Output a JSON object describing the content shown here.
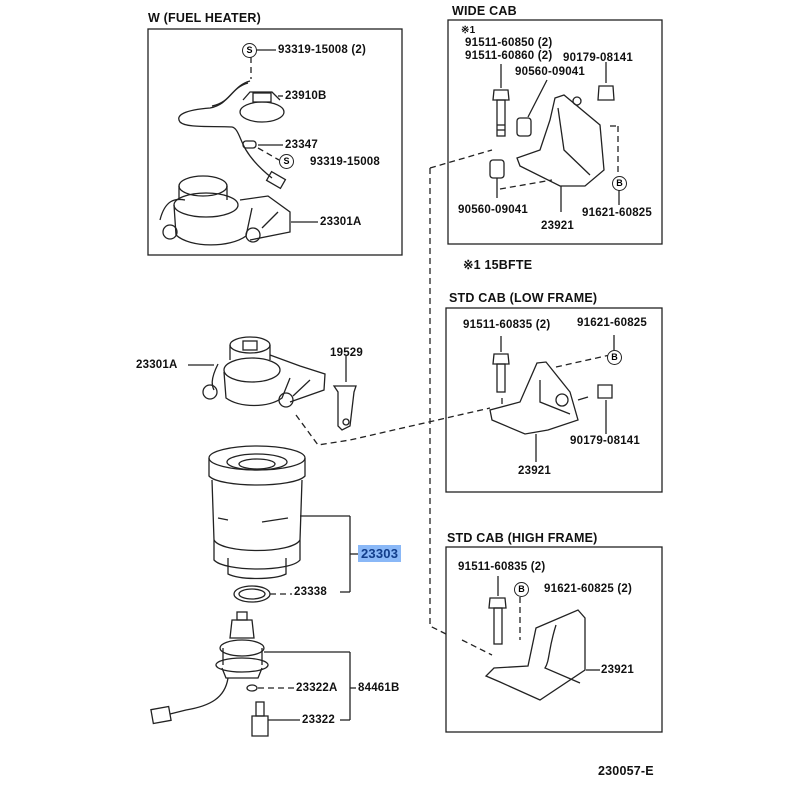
{
  "diagram_id": "230057-E",
  "sections": {
    "fuel_heater": {
      "title": "W (FUEL  HEATER)",
      "parts": {
        "screw_top": "93319-15008 (2)",
        "screw_top_symbol": "S",
        "heater": "23910B",
        "terminal": "23347",
        "screw_side": "93319-15008",
        "screw_side_symbol": "S",
        "housing": "23301A"
      }
    },
    "wide_cab": {
      "title": "WIDE CAB",
      "note_ref": "※1",
      "parts": {
        "bolt_a": "91511-60850 (2)",
        "bolt_b": "91511-60860 (2)",
        "nut": "90179-08141",
        "collar_top": "90560-09041",
        "collar_bottom": "90560-09041",
        "bracket": "23921",
        "bolt_b_symbol": "B",
        "bolt_bottom": "91621-60825"
      }
    },
    "note": "※1 15BFTE",
    "std_cab_low": {
      "title": "STD CAB (LOW FRAME)",
      "parts": {
        "bolt": "91511-60835 (2)",
        "bolt_b": "91621-60825",
        "bolt_b_symbol": "B",
        "nut": "90179-08141",
        "bracket": "23921"
      }
    },
    "std_cab_high": {
      "title": "STD CAB (HIGH FRAME)",
      "parts": {
        "bolt": "91511-60835 (2)",
        "bolt_b": "91621-60825 (2)",
        "bolt_b_symbol": "B",
        "bracket": "23921"
      }
    },
    "main": {
      "parts": {
        "housing": "23301A",
        "bracket": "19529",
        "filter_assy": "23303",
        "o_ring": "23338",
        "gasket": "23322A",
        "sensor_assy": "84461B",
        "sensor": "23322"
      }
    }
  },
  "highlight": {
    "part": "23303",
    "color": "#8ab8f7",
    "text_color": "#123d8a"
  }
}
